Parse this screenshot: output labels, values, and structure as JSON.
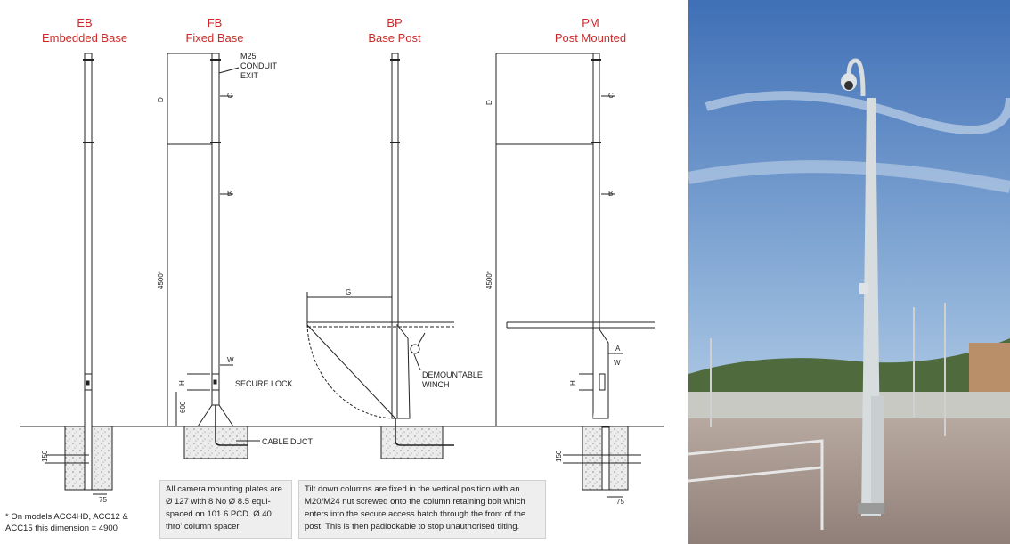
{
  "variants": [
    {
      "code": "EB",
      "name": "Embedded Base"
    },
    {
      "code": "FB",
      "name": "Fixed Base"
    },
    {
      "code": "BP",
      "name": "Base Post"
    },
    {
      "code": "PM",
      "name": "Post Mounted"
    }
  ],
  "labels": {
    "conduit": [
      "M25",
      "CONDUIT",
      "EXIT"
    ],
    "secure_lock": "SECURE LOCK",
    "cable_duct": "CABLE DUCT",
    "winch": [
      "DEMOUNTABLE",
      "WINCH"
    ]
  },
  "dimensions": {
    "d": "D",
    "c": "C",
    "b": "B",
    "w": "W",
    "h": "H",
    "a": "A",
    "g": "G",
    "height": "4500*",
    "d600": "600",
    "d150": "150",
    "d75": "75"
  },
  "notes": {
    "mounting": "All camera mounting plates are Ø 127 with 8 No Ø 8.5 equi-spaced on 101.6 PCD. Ø 40 thro' column spacer",
    "tilt": "Tilt down columns are fixed in the vertical position with an M20/M24 nut screwed onto the column retaining bolt which enters into the secure access hatch through the front of the post. This is then padlockable to stop unauthorised tilting.",
    "footnote": "* On models ACC4HD, ACC12 & ACC15 this dimension = 4900"
  },
  "colors": {
    "title": "#cc2a2a",
    "line": "#222222",
    "sky_top": "#3f6fb6",
    "sky_bottom": "#d9e6f2"
  }
}
